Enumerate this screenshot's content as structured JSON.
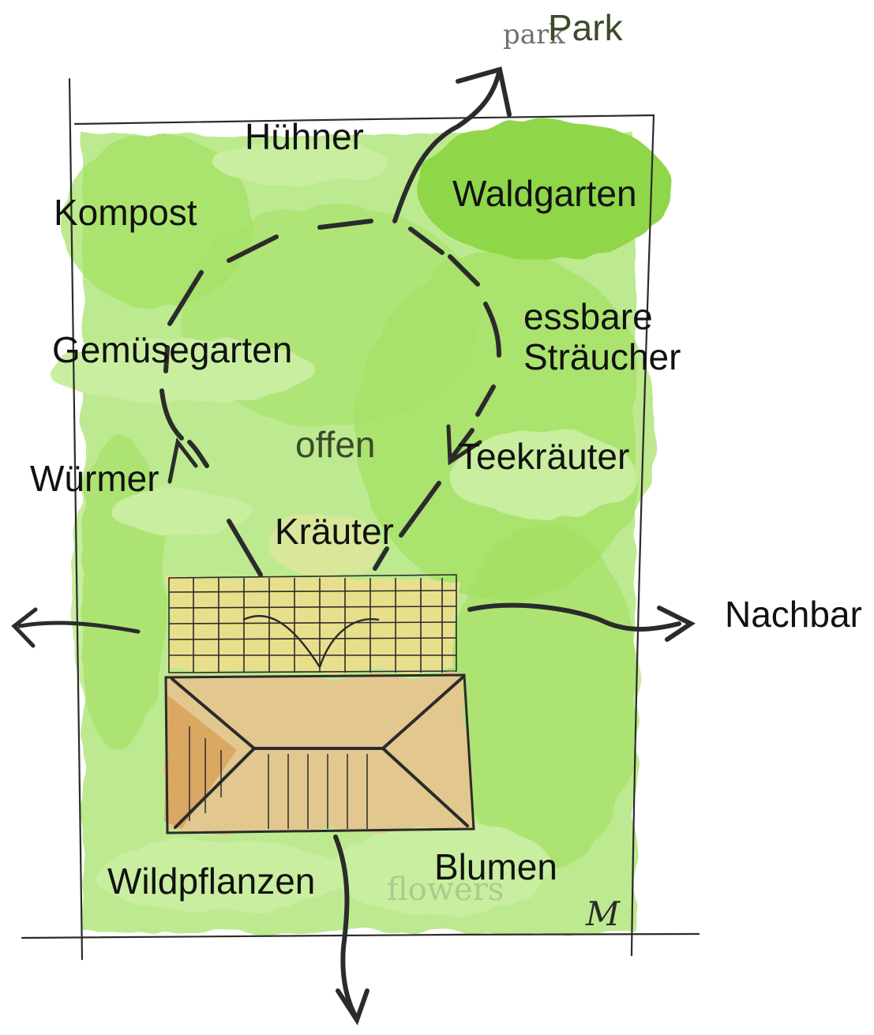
{
  "diagram": {
    "labels": {
      "park": "Park",
      "park_sketch": "park",
      "huehner": "Hühner",
      "kompost": "Kompost",
      "waldgarten": "Waldgarten",
      "essbare_line1": "essbare",
      "essbare_line2": "Sträucher",
      "gemuesegarten": "Gemüsegarten",
      "offen": "offen",
      "teekraeuter": "Teekräuter",
      "wuermer": "Würmer",
      "kraeuter": "Kräuter",
      "nachbar": "Nachbar",
      "wildpflanzen": "Wildpflanzen",
      "blumen": "Blumen",
      "flowers_sketch": "flowers",
      "signature": "M"
    },
    "colors": {
      "green_light": "#b9e98a",
      "green_mid": "#a3e05f",
      "green_dark": "#8fd64a",
      "terrace_yellow": "#e8df8c",
      "roof_tan": "#e2c88e",
      "roof_orange": "#d9a059",
      "ink": "#2b2b2b"
    }
  }
}
